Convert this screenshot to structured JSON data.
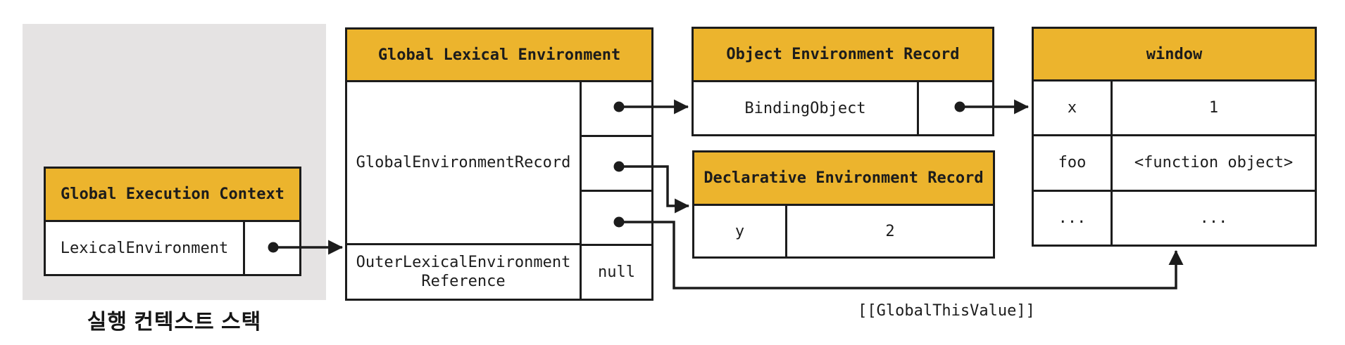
{
  "colors": {
    "header_yellow": "#ECB42D",
    "panel_gray": "#E5E3E3",
    "line": "#1C1C1C"
  },
  "stack_panel": {
    "caption": "실행 컨텍스트 스택"
  },
  "gec": {
    "title": "Global Execution Context",
    "row_label": "LexicalEnvironment"
  },
  "gle": {
    "title": "Global Lexical Environment",
    "record_label": "GlobalEnvironmentRecord",
    "outer_ref_label": "OuterLexicalEnvironment\nReference",
    "outer_ref_value": "null"
  },
  "oer": {
    "title": "Object Environment Record",
    "row_label": "BindingObject"
  },
  "der": {
    "title": "Declarative Environment Record",
    "rows": [
      {
        "key": "y",
        "value": "2"
      }
    ]
  },
  "window_box": {
    "title": "window",
    "rows": [
      {
        "key": "x",
        "value": "1"
      },
      {
        "key": "foo",
        "value": "<function object>"
      },
      {
        "key": "...",
        "value": "..."
      }
    ]
  },
  "annotations": {
    "global_this": "[[GlobalThisValue]]"
  }
}
